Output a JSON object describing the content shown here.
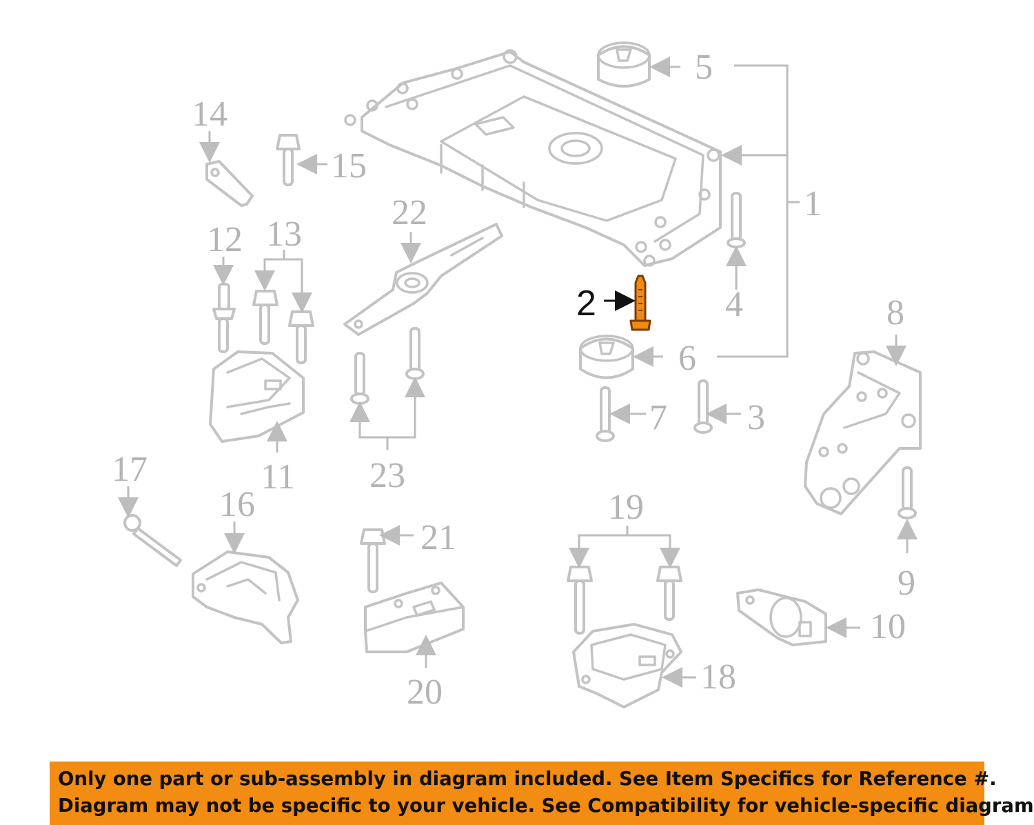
{
  "highlight_color": "#f08a12",
  "banner_color": "#f28c12",
  "highlighted_part": "2",
  "labels": {
    "l1": "1",
    "l2": "2",
    "l3": "3",
    "l4": "4",
    "l5": "5",
    "l6": "6",
    "l7": "7",
    "l8": "8",
    "l9": "9",
    "l10": "10",
    "l11": "11",
    "l12": "12",
    "l13": "13",
    "l14": "14",
    "l15": "15",
    "l16": "16",
    "l17": "17",
    "l18": "18",
    "l19": "19",
    "l20": "20",
    "l21": "21",
    "l22": "22",
    "l23": "23"
  },
  "banner": {
    "line1": "Only one part or sub-assembly in diagram included. See Item Specifics for Reference #.",
    "line2": "Diagram may not be specific to your vehicle. See Compatibility for vehicle-specific diagrams."
  }
}
